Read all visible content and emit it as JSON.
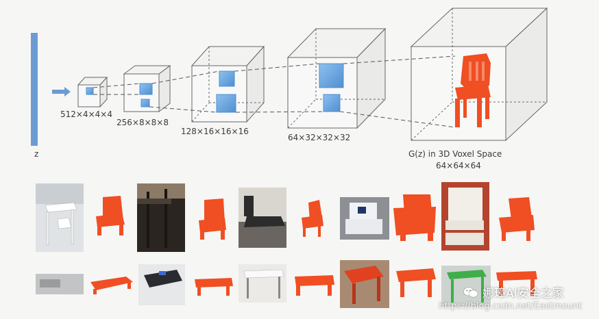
{
  "diagram": {
    "z_label": "z",
    "layers": [
      {
        "label": "512×4×4×4"
      },
      {
        "label": "256×8×8×8"
      },
      {
        "label": "128×16×16×16"
      },
      {
        "label": "64×32×32×32"
      },
      {
        "label_line1": "G(z) in 3D Voxel Space",
        "label_line2": "64×64×64"
      }
    ],
    "colors": {
      "z_bar": "#6c9bd2",
      "kernel": "#6fa8dc",
      "voxel": "#f04e23",
      "edges": "#6b6b6b"
    }
  },
  "watermark": {
    "text": "娜璋AI安全之家",
    "url": "https://blog.csdn.net/Eastmount"
  },
  "examples": {
    "rows": [
      {
        "pairs": [
          "white-chair",
          "wood-chair",
          "dining-chair",
          "armchair-sofa",
          "wicker-chair"
        ]
      },
      {
        "pairs": [
          "low-table",
          "dark-coffee-table",
          "white-table",
          "red-side-table",
          "green-table"
        ]
      }
    ]
  }
}
